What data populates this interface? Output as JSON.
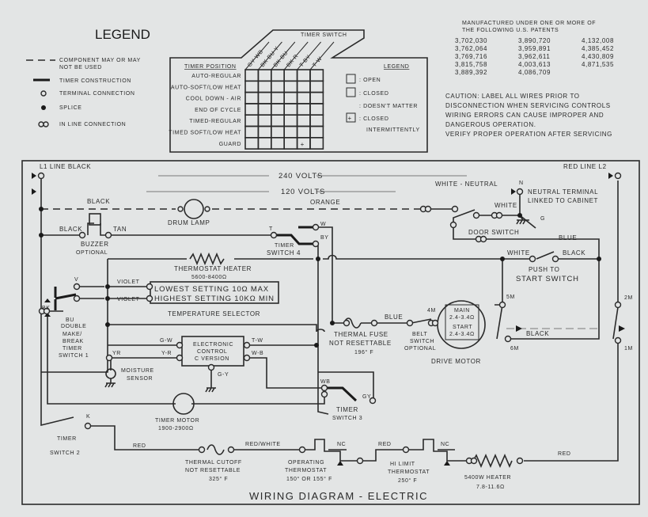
{
  "legend": {
    "title": "LEGEND",
    "items": [
      {
        "symbol": "dashed-line",
        "label": "COMPONENT MAY OR MAY",
        "label2": "NOT BE USED"
      },
      {
        "symbol": "thick-line",
        "label": "TIMER CONSTRUCTION"
      },
      {
        "symbol": "open-circle",
        "label": "TERMINAL CONNECTION"
      },
      {
        "symbol": "filled-dot",
        "label": "SPLICE"
      },
      {
        "symbol": "double-circle",
        "label": "IN LINE CONNECTION"
      }
    ]
  },
  "timer_chart": {
    "header": "TIMER SWITCH",
    "position_header": "TIMER POSITION",
    "columns": [
      "GY WB",
      "BK BU Y",
      "BK BU",
      "BK R",
      "T BY",
      "T W"
    ],
    "rows": [
      {
        "label": "AUTO-REGULAR",
        "states": [
          "O",
          "O",
          "C",
          "C",
          "O",
          "C"
        ]
      },
      {
        "label": "AUTO-SOFT/LOW HEAT",
        "states": [
          "O",
          "C",
          "C",
          "O",
          "O",
          "C"
        ]
      },
      {
        "label": "COOL DOWN - AIR",
        "states": [
          "C",
          "O",
          "C",
          "O",
          "O",
          "C"
        ]
      },
      {
        "label": "END OF CYCLE",
        "states": [
          "O",
          "O",
          "O",
          "O",
          "O",
          "O"
        ]
      },
      {
        "label": "TIMED-REGULAR",
        "states": [
          "C",
          "O",
          "C",
          "C",
          "O",
          "C"
        ]
      },
      {
        "label": "TIMED SOFT/LOW HEAT",
        "states": [
          "C",
          "C",
          "C",
          "O",
          "O",
          "C"
        ]
      },
      {
        "label": "GUARD",
        "states": [
          "O",
          "O",
          "C",
          "O",
          "+",
          "O"
        ]
      }
    ],
    "legend_title": "LEGEND",
    "legend_open": ": OPEN",
    "legend_closed": ": CLOSED",
    "legend_doesnt_matter": ": DOESN'T MATTER",
    "legend_intermittent": ": CLOSED",
    "legend_intermittent2": "INTERMITTENTLY"
  },
  "patents": {
    "heading1": "MANUFACTURED UNDER ONE OR MORE OF",
    "heading2": "THE FOLLOWING U.S. PATENTS",
    "col1": [
      "3,702,030",
      "3,762,064",
      "3,769,716",
      "3,815,758",
      "3,889,392"
    ],
    "col2": [
      "3,890,720",
      "3,959,891",
      "3,962,611",
      "4,003,613",
      "4,086,709"
    ],
    "col3": [
      "4,132,008",
      "4,385,452",
      "4,430,809",
      "4,871,535"
    ]
  },
  "caution": [
    "CAUTION: LABEL ALL WIRES PRIOR TO",
    "DISCONNECTION WHEN SERVICING CONTROLS",
    "WIRING ERRORS CAN CAUSE IMPROPER AND",
    "DANGEROUS OPERATION.",
    "VERIFY PROPER OPERATION AFTER SERVICING"
  ],
  "diagram": {
    "title": "WIRING DIAGRAM - ELECTRIC",
    "l1": "L1 LINE   BLACK",
    "l2": "RED    LINE L2",
    "v240": "240 VOLTS",
    "v120": "120 VOLTS",
    "white_neutral": "WHITE  - NEUTRAL",
    "n": "N",
    "neutral_terminal": "NEUTRAL TERMINAL",
    "neutral_terminal2": "LINKED TO CABINET",
    "black_top": "BLACK",
    "orange": "ORANGE",
    "drum_lamp": "DRUM LAMP",
    "black_buzzer": "BLACK",
    "tan": "TAN",
    "buzzer": "BUZZER",
    "buzzer_opt": "OPTIONAL",
    "t": "T",
    "w": "W",
    "by": "BY",
    "timer_switch4": "TIMER",
    "timer_switch4b": "SWITCH 4",
    "white_door": "WHITE",
    "g": "G",
    "door_switch": "DOOR SWITCH",
    "blue_top": "BLUE",
    "white_push": "WHITE",
    "black_push": "BLACK",
    "push_to_start": "PUSH TO",
    "push_to_start2": "START SWITCH",
    "thermostat_heater": "THERMOSTAT HEATER",
    "thermostat_heater_ohms": "5600-8400Ω",
    "violet1": "VIOLET",
    "violet2": "VIOLET",
    "lowest": "LOWEST SETTING 10Ω MAX",
    "highest": "HIGHEST SETTING 10KΩ MIN",
    "temp_selector": "TEMPERATURE SELECTOR",
    "v": "V",
    "bk": "BK",
    "bu": "BU",
    "double_make": "DOUBLE",
    "double_make2": "MAKE/",
    "double_make3": "BREAK",
    "double_make4": "TIMER",
    "double_make5": "SWITCH 1",
    "gw": "G-W",
    "yr": "Y-R",
    "tw": "T-W",
    "wb_ctrl": "W-B",
    "electronic_control": "ELECTRONIC",
    "electronic_control2": "CONTROL",
    "electronic_control3": "C VERSION",
    "gy_ctrl": "G-Y",
    "yr2": "YR",
    "moisture_sensor": "MOISTURE",
    "moisture_sensor2": "SENSOR",
    "timer_motor": "TIMER MOTOR",
    "timer_motor_ohms": "1900-2900Ω",
    "wb": "WB",
    "gy": "GY",
    "timer_switch3": "TIMER",
    "timer_switch3b": "SWITCH 3",
    "blue_mid": "BLUE",
    "thermal_fuse": "THERMAL FUSE",
    "thermal_fuse2": "NOT RESETTABLE",
    "thermal_fuse3": "196° F",
    "belt_switch": "BELT",
    "belt_switch2": "SWITCH",
    "belt_switch3": "OPTIONAL",
    "m4": "4M",
    "m5": "5M",
    "m6": "6M",
    "main": "MAIN",
    "main_ohms": "2.4-3.4Ω",
    "start": "START",
    "start_ohms": "2.4-3.4Ω",
    "drive_motor": "DRIVE MOTOR",
    "black_motor": "BLACK",
    "m2": "2M",
    "m1": "1M",
    "k": "K",
    "timer_switch2": "TIMER",
    "timer_switch2b": "SWITCH 2",
    "red1": "RED",
    "red_white": "RED/WHITE",
    "thermal_cutoff": "THERMAL CUTOFF",
    "thermal_cutoff2": "NOT RESETTABLE",
    "thermal_cutoff3": "325° F",
    "operating_thermostat": "OPERATING",
    "operating_thermostat2": "THERMOSTAT",
    "operating_thermostat3": "150° OR 155° F",
    "nc1": "NC",
    "red2": "RED",
    "nc2": "NC",
    "hi_limit": "HI LIMIT",
    "hi_limit2": "THERMOSTAT",
    "hi_limit3": "250° F",
    "heater": "5400W HEATER",
    "heater_ohms": "7.8-11.6Ω",
    "red3": "RED"
  }
}
